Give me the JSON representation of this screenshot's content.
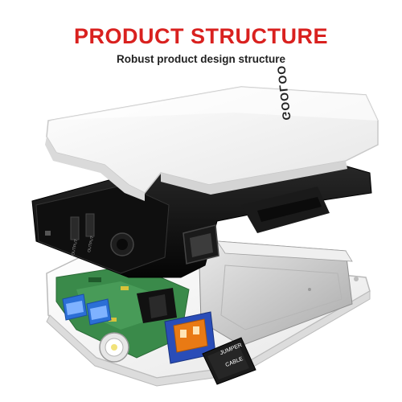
{
  "header": {
    "title": "PRODUCT STRUCTURE",
    "subtitle": "Robust product design structure"
  },
  "product": {
    "brand": "GOOLOO",
    "port_labels": [
      "OUTPUT",
      "OUTPUT"
    ],
    "connector_label_line1": "JUMPER",
    "connector_label_line2": "CABLE"
  },
  "colors": {
    "title": "#d9211f",
    "shell": "#ffffff",
    "frame": "#111111",
    "board": "#3a8a4a",
    "usb": "#2b6fd6",
    "port_orange": "#e97a14",
    "port_blue": "#2a4db8",
    "cell": "#c9c9c9"
  },
  "icons": [
    "battery-icon",
    "flashlight-icon",
    "usb-port-icon",
    "car-jump-icon"
  ]
}
